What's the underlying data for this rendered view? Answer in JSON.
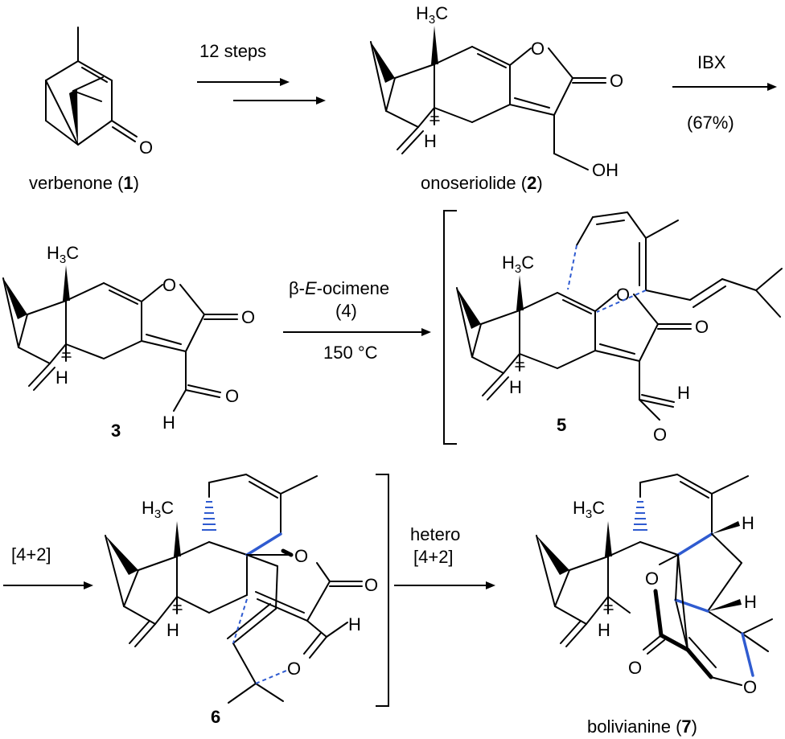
{
  "compounds": {
    "c1": {
      "name": "verbenone (",
      "num": "1",
      "close": ")"
    },
    "c2": {
      "name": "onoseriolide (",
      "num": "2",
      "close": ")"
    },
    "c3": {
      "num": "3"
    },
    "c5": {
      "num": "5"
    },
    "c6": {
      "num": "6"
    },
    "c7": {
      "name": "bolivianine (",
      "num": "7",
      "close": ")"
    }
  },
  "steps": {
    "s1": {
      "label": "12 steps"
    },
    "s2": {
      "reagent": "IBX",
      "yield": "(67%)"
    },
    "s3": {
      "reagent_pre": "β-",
      "reagent_italic": "E",
      "reagent_post": "-ocimene",
      "reagent_num": "(4)",
      "conditions": "150 °C"
    },
    "s4": {
      "label": "[4+2]"
    },
    "s5": {
      "line1": "hetero",
      "line2": "[4+2]"
    }
  },
  "atoms": {
    "O": "O",
    "OH": "OH",
    "H": "H",
    "H3C": "H",
    "three": "3",
    "C": "C"
  },
  "colors": {
    "ink": "#000000",
    "new_bond_blue": "#2f5bd0"
  }
}
